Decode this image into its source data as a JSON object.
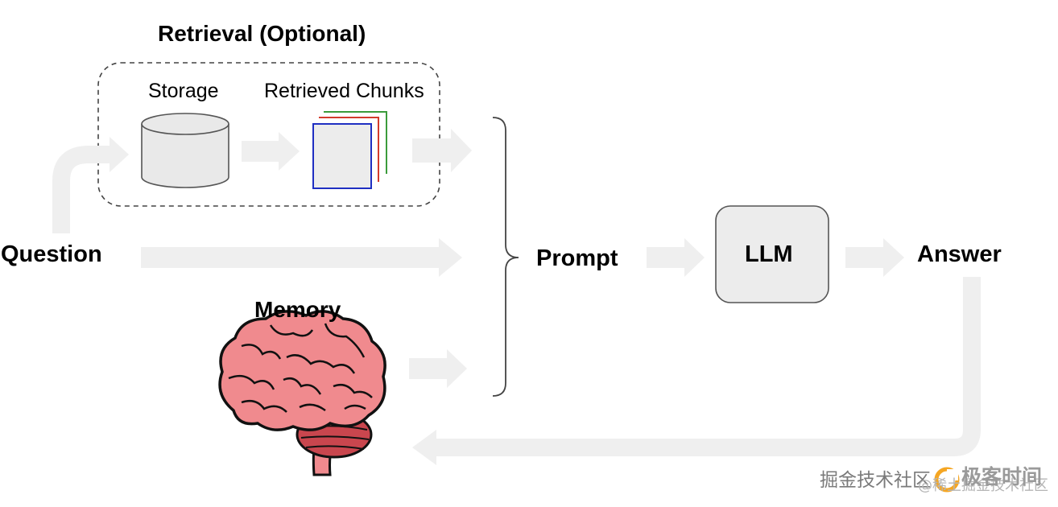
{
  "diagram": {
    "retrieval_title": "Retrieval (Optional)",
    "storage_label": "Storage",
    "retrieved_chunks_label": "Retrieved Chunks",
    "question_label": "Question",
    "memory_label": "Memory",
    "prompt_label": "Prompt",
    "llm_label": "LLM",
    "answer_label": "Answer"
  },
  "watermark": {
    "text_left": "掘金技术社区",
    "text_handle": "@稀土掘金技术社区",
    "brand_text": "极客时间"
  },
  "colors": {
    "arrow_gray": "#efefef",
    "box_fill": "#ececec",
    "box_stroke": "#555555",
    "chunk_blue": "#1f2fc2",
    "chunk_red": "#d33b2c",
    "chunk_green": "#3b9b3b",
    "brain_pink": "#f08a8e",
    "brain_dark": "#c9464e"
  }
}
